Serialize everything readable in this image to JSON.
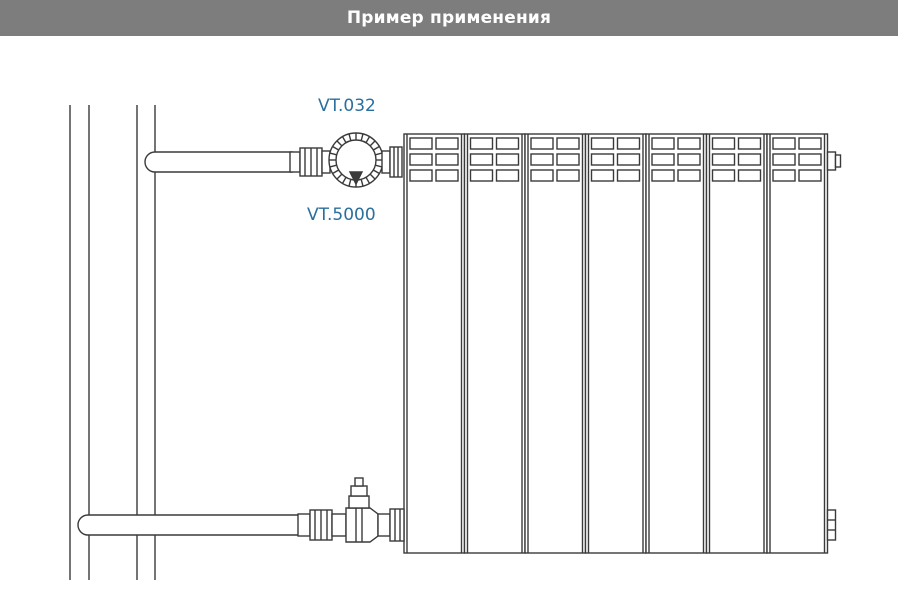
{
  "header": {
    "title": "Пример применения"
  },
  "labels": {
    "valve_top": "VT.032",
    "valve_bottom": "VT.5000"
  },
  "colors": {
    "header_bg": "#7d7d7d",
    "label": "#2a6f9e",
    "line": "#3a3a3a",
    "pipe_fill": "#ffffff"
  },
  "radiator": {
    "sections": 7
  }
}
